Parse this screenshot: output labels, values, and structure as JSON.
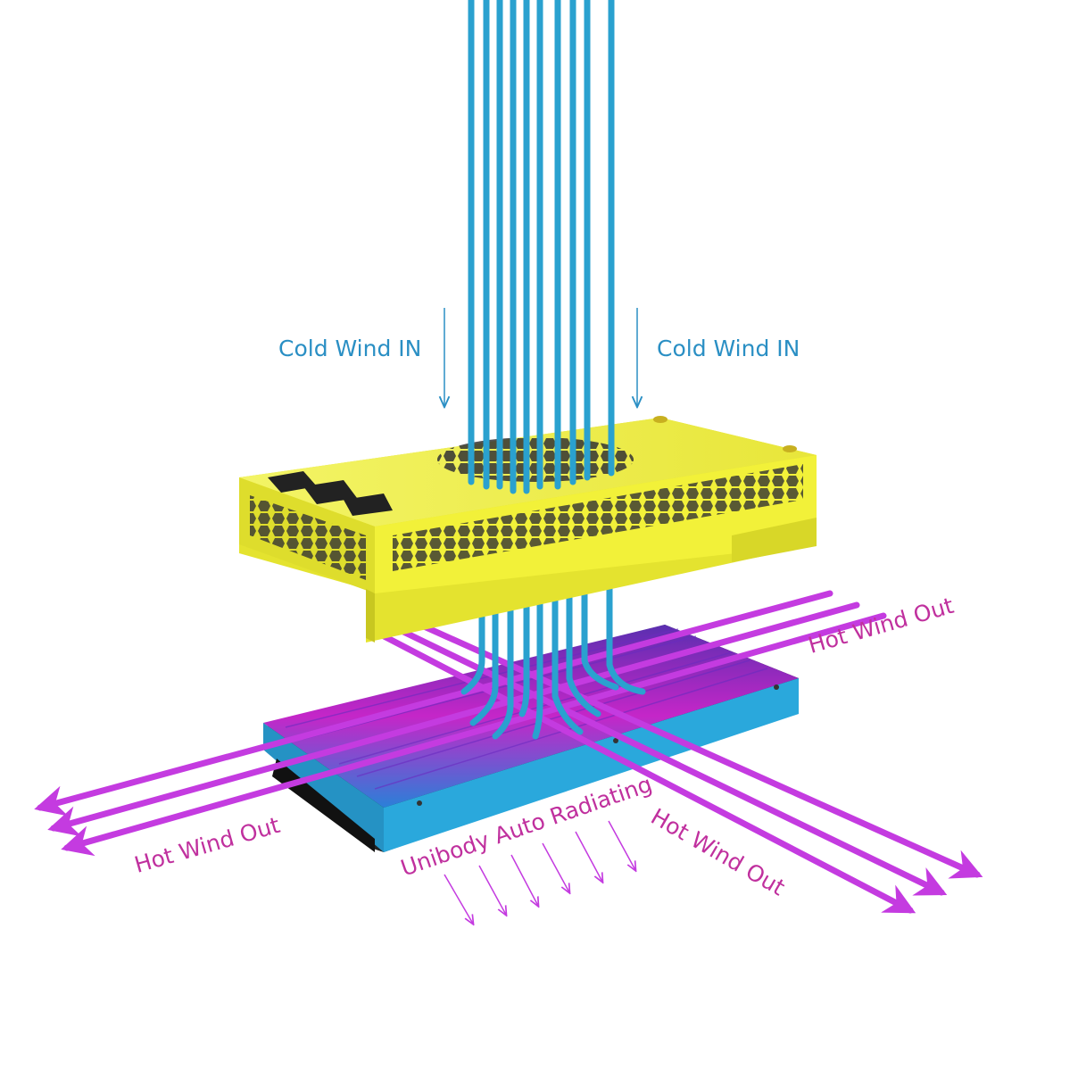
{
  "labels": {
    "cold_in_left": "Cold Wind IN",
    "cold_in_right": "Cold Wind IN",
    "hot_out_right_top": "Hot Wind Out",
    "hot_out_left": "Hot Wind Out",
    "hot_out_right_bottom": "Hot Wind Out",
    "radiating": "Unibody Auto Radiating"
  },
  "colors": {
    "cold_label": "#2a8fc4",
    "hot_label": "#c0309e",
    "hot_arrow": "#c43be0",
    "cable": "#2aa1cf",
    "enclosure": "#f0ef3a",
    "heatsink": "#2aa8dc"
  }
}
